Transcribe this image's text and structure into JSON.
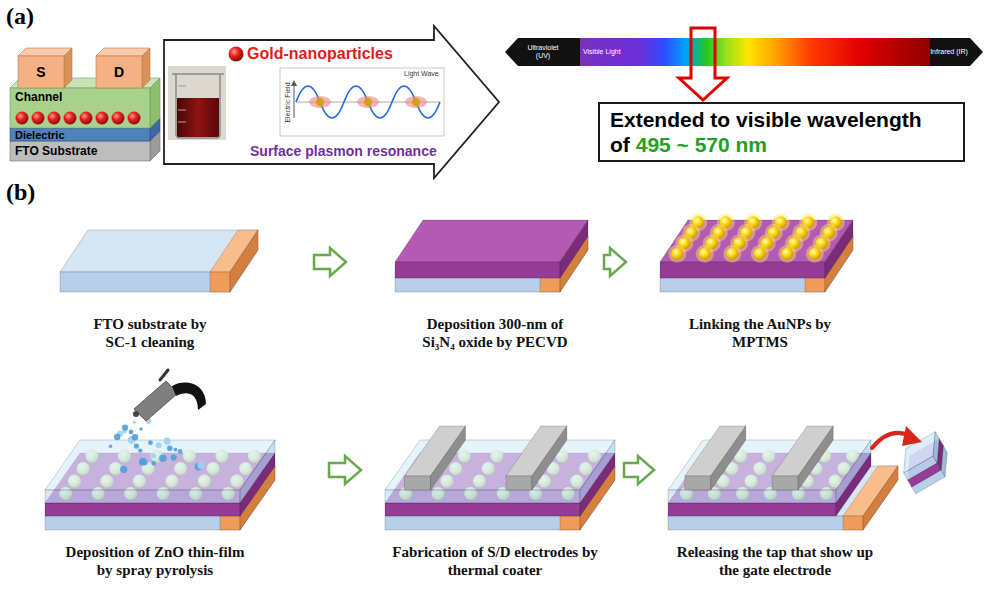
{
  "diagram": {
    "nodes": [
      {
        "text": [
          "S"
        ]
      },
      {
        "text": [
          "D"
        ]
      },
      {
        "text": [
          "Channel"
        ]
      },
      {
        "text": [
          "Dielectric"
        ]
      },
      {
        "text": [
          "FTO Substrate"
        ]
      },
      {
        "text": [
          "Gold-nanoparticles",
          "Surface plasmon resonance"
        ]
      },
      {
        "text": [
          "Ultraviolet (UV)",
          "Visible Light",
          "Infrared (IR)"
        ]
      },
      {
        "text": [
          "Extended to visible wavelength of",
          "495 ~ 570 nm"
        ]
      },
      {
        "text": [
          "FTO substrate by SC-1 cleaning"
        ]
      },
      {
        "text": [
          "Deposition 300-nm of Si₃N₄ oxide by PECVD"
        ]
      },
      {
        "text": [
          "Linking the AuNPs by MPTMS"
        ]
      },
      {
        "text": [
          "Deposition of ZnO thin-film by spray pyrolysis"
        ]
      },
      {
        "text": [
          "Fabrication of S/D electrodes by thermal coater"
        ]
      },
      {
        "text": [
          "Releasing the tap that show up the gate electrode"
        ]
      }
    ],
    "edges": [
      {
        "from": 8,
        "to": 9,
        "arrow": "to"
      },
      {
        "from": 9,
        "to": 10,
        "arrow": "to"
      },
      {
        "from": 11,
        "to": 12,
        "arrow": "to"
      },
      {
        "from": 12,
        "to": 13,
        "arrow": "to"
      }
    ],
    "labels": [
      "(a)",
      "(b)",
      "Electric Field",
      "Light Wave"
    ]
  }
}
